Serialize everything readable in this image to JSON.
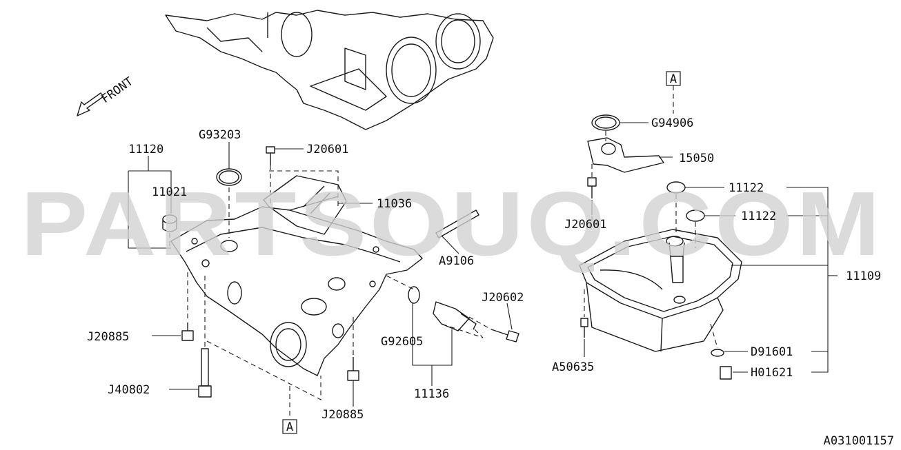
{
  "watermark": "PARTSOUQ.COM",
  "front_label": "FRONT",
  "ref_marker": "A",
  "callouts": {
    "p11120": "11120",
    "p11021": "11021",
    "g93203": "G93203",
    "j20601_a": "J20601",
    "p11036": "11036",
    "a9106": "A9106",
    "j20602": "J20602",
    "g92605": "G92605",
    "p11136": "11136",
    "j20885_a": "J20885",
    "j40802": "J40802",
    "j20885_b": "J20885",
    "g94906": "G94906",
    "p15050": "15050",
    "j20601_b": "J20601",
    "p11122_a": "11122",
    "p11122_b": "11122",
    "p11109": "11109",
    "a50635": "A50635",
    "d91601": "D91601",
    "h01621": "H01621"
  },
  "diagram_id": "A031001157"
}
